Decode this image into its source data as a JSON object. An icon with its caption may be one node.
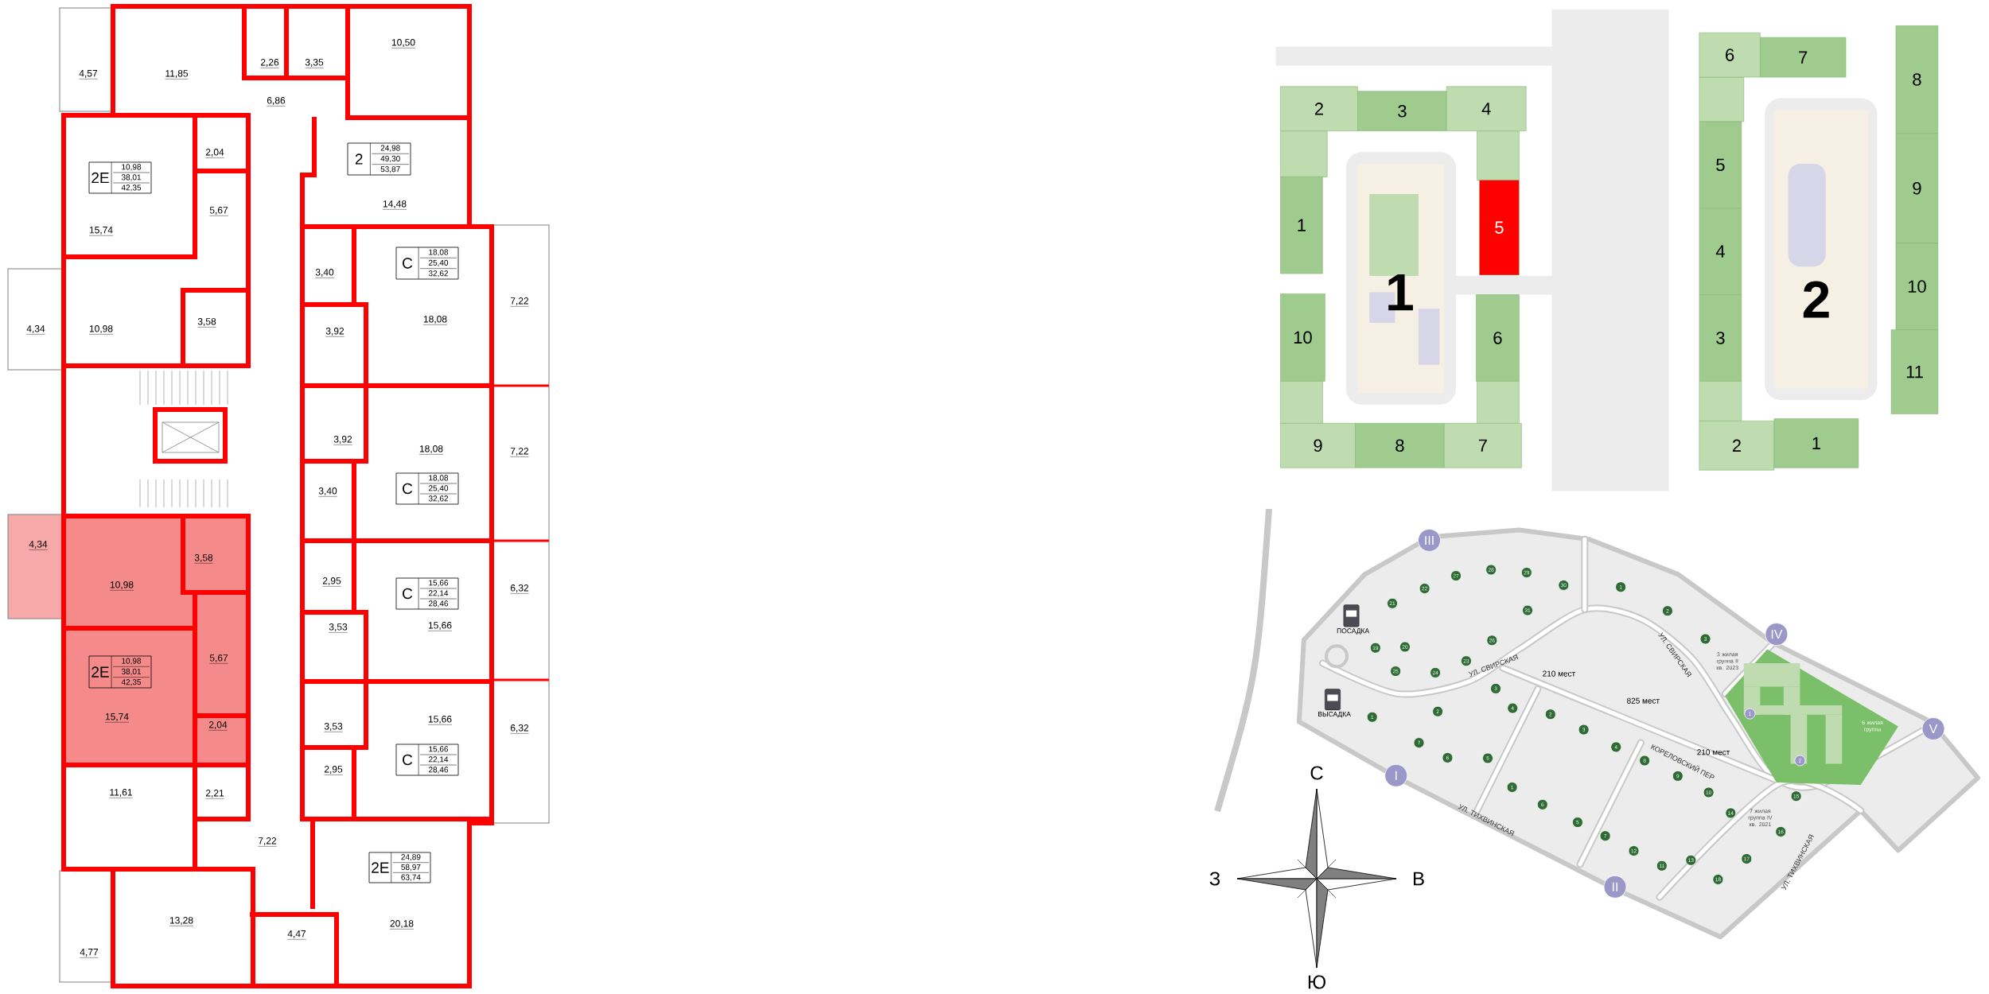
{
  "diagram": {
    "nodes": [
      {
        "text": [
          "2Е",
          "10,98",
          "38,01",
          "42,35"
        ]
      },
      {
        "text": [
          "2",
          "24,98",
          "49,30",
          "53,87"
        ]
      },
      {
        "text": [
          "С",
          "18,08",
          "25,40",
          "32,62"
        ]
      },
      {
        "text": [
          "С",
          "18,08",
          "25,40",
          "32,62"
        ]
      },
      {
        "text": [
          "2Е",
          "10,98",
          "38,01",
          "42,35"
        ]
      },
      {
        "text": [
          "С",
          "15,66",
          "22,14",
          "28,46"
        ]
      },
      {
        "text": [
          "С",
          "15,66",
          "22,14",
          "28,46"
        ]
      },
      {
        "text": [
          "2Е",
          "24,89",
          "58,97",
          "63,74"
        ]
      },
      {
        "text": [
          "2"
        ]
      },
      {
        "text": [
          "3"
        ]
      },
      {
        "text": [
          "4"
        ]
      },
      {
        "text": [
          "1"
        ]
      },
      {
        "text": [
          "5"
        ]
      },
      {
        "text": [
          "10"
        ]
      },
      {
        "text": [
          "6"
        ]
      },
      {
        "text": [
          "9"
        ]
      },
      {
        "text": [
          "8"
        ]
      },
      {
        "text": [
          "7"
        ]
      },
      {
        "text": [
          "6"
        ]
      },
      {
        "text": [
          "7"
        ]
      },
      {
        "text": [
          "8"
        ]
      },
      {
        "text": [
          "5"
        ]
      },
      {
        "text": [
          "9"
        ]
      },
      {
        "text": [
          "4"
        ]
      },
      {
        "text": [
          "10"
        ]
      },
      {
        "text": [
          "3"
        ]
      },
      {
        "text": [
          "11"
        ]
      },
      {
        "text": [
          "2"
        ]
      },
      {
        "text": [
          "1"
        ]
      },
      {
        "text": [
          "III"
        ]
      },
      {
        "text": [
          "IV"
        ]
      },
      {
        "text": [
          "V"
        ]
      },
      {
        "text": [
          "I"
        ]
      },
      {
        "text": [
          "II"
        ]
      },
      {
        "text": [
          "28"
        ]
      },
      {
        "text": [
          "29"
        ]
      },
      {
        "text": [
          "27"
        ]
      },
      {
        "text": [
          "30"
        ]
      },
      {
        "text": [
          "1"
        ]
      },
      {
        "text": [
          "22"
        ]
      },
      {
        "text": [
          "21"
        ]
      },
      {
        "text": [
          "31"
        ]
      },
      {
        "text": [
          "2"
        ]
      },
      {
        "text": [
          "3"
        ]
      },
      {
        "text": [
          "26"
        ]
      },
      {
        "text": [
          "20"
        ]
      },
      {
        "text": [
          "19"
        ]
      },
      {
        "text": [
          "23"
        ]
      },
      {
        "text": [
          "25"
        ]
      },
      {
        "text": [
          "24"
        ]
      },
      {
        "text": [
          "3"
        ]
      },
      {
        "text": [
          "4"
        ]
      },
      {
        "text": [
          "2"
        ]
      },
      {
        "text": [
          "2"
        ]
      },
      {
        "text": [
          "1"
        ]
      },
      {
        "text": [
          "3"
        ]
      },
      {
        "text": [
          "7"
        ]
      },
      {
        "text": [
          "4"
        ]
      },
      {
        "text": [
          "6"
        ]
      },
      {
        "text": [
          "5"
        ]
      },
      {
        "text": [
          "8"
        ]
      },
      {
        "text": [
          "9"
        ]
      },
      {
        "text": [
          "1"
        ]
      },
      {
        "text": [
          "10"
        ]
      },
      {
        "text": [
          "15"
        ]
      },
      {
        "text": [
          "6"
        ]
      },
      {
        "text": [
          "14"
        ]
      },
      {
        "text": [
          "5"
        ]
      },
      {
        "text": [
          "16"
        ]
      },
      {
        "text": [
          "7"
        ]
      },
      {
        "text": [
          "12"
        ]
      },
      {
        "text": [
          "17"
        ]
      },
      {
        "text": [
          "13"
        ]
      },
      {
        "text": [
          "11"
        ]
      },
      {
        "text": [
          "18"
        ]
      },
      {
        "text": [
          "1"
        ]
      },
      {
        "text": [
          "2"
        ]
      }
    ],
    "labels": [
      "4,57",
      "11,85",
      "2,26",
      "3,35",
      "10,50",
      "6,86",
      "2,04",
      "5,67",
      "14,48",
      "15,74",
      "3,40",
      "7,22",
      "4,34",
      "10,98",
      "3,58",
      "3,92",
      "18,08",
      "3,92",
      "18,08",
      "7,22",
      "3,40",
      "4,34",
      "3,58",
      "10,98",
      "2,95",
      "6,32",
      "3,53",
      "15,66",
      "5,67",
      "15,74",
      "2,04",
      "3,53",
      "15,66",
      "6,32",
      "2,95",
      "11,61",
      "2,21",
      "7,22",
      "13,28",
      "4,47",
      "20,18",
      "4,77",
      "1",
      "2",
      "ПОСАДКА",
      "УЛ. СВИРСКАЯ",
      "210 мест",
      "УЛ. СВИРСКАЯ",
      "3 жилая группа II кв. 2023",
      "ВЫСАДКА",
      "825 мест",
      "6 жилая группа",
      "КОРЕЛОВСКИЙ ПЕР",
      "210 мест",
      "УЛ. ТИХВИНСКАЯ",
      "7 жилая группа IV кв. 2021",
      "УЛ. ТИХВИНСКАЯ",
      "С",
      "З",
      "В",
      "Ю"
    ]
  }
}
